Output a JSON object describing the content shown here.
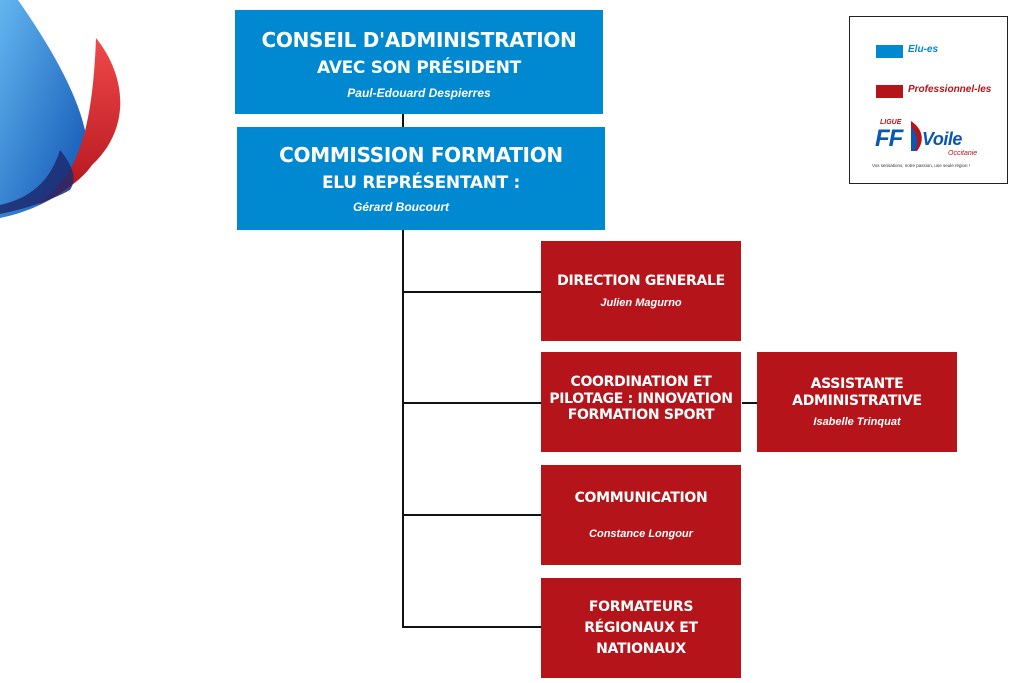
{
  "colors": {
    "elected": "#0088d1",
    "professional": "#b5151a",
    "line": "#111111"
  },
  "legend": {
    "items": [
      {
        "label": "Elu-es",
        "color": "#0088d1"
      },
      {
        "label": "Professionnel-les",
        "color": "#b5151a"
      }
    ],
    "logo": {
      "ligue": "LIGUE",
      "ff": "FF",
      "voile": "Voile",
      "region": "Occitanie",
      "tagline": "Vos sensations, notre passion, une seule région !"
    }
  },
  "nodes": {
    "conseil": {
      "title_line1": "CONSEIL D'ADMINISTRATION",
      "title_line2": "AVEC SON PRÉSIDENT",
      "name": "Paul-Edouard Despierres"
    },
    "commission": {
      "title_line1": "COMMISSION FORMATION",
      "title_line2": "ELU REPRÉSENTANT :",
      "name": "Gérard Boucourt"
    },
    "direction": {
      "title": "DIRECTION GENERALE",
      "name": "Julien Magurno"
    },
    "coordination": {
      "title_line1": "COORDINATION ET",
      "title_line2": "PILOTAGE : INNOVATION",
      "title_line3": "FORMATION SPORT"
    },
    "assistante": {
      "title_line1": "ASSISTANTE",
      "title_line2": "ADMINISTRATIVE",
      "name": "Isabelle Trinquat"
    },
    "communication": {
      "title": "COMMUNICATION",
      "name": "Constance Longour"
    },
    "formateurs": {
      "title_line1": "FORMATEURS",
      "title_line2": "RÉGIONAUX ET",
      "title_line3": "NATIONAUX"
    }
  }
}
